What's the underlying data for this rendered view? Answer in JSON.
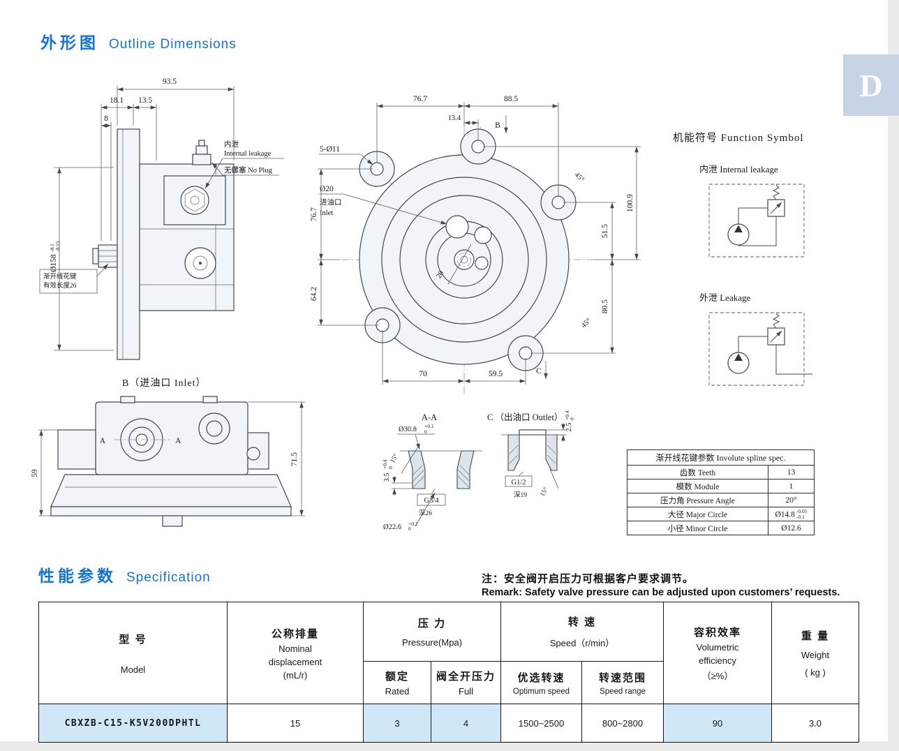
{
  "page": {
    "tab_letter": "D"
  },
  "outline_section": {
    "title_cn": "外形图",
    "title_en": "Outline Dimensions"
  },
  "side_view": {
    "dim_overall": "93.5",
    "dim_shaft": "18.1",
    "dim_step": "13.5",
    "dim_small": "8",
    "flange_dia": "Ø158",
    "flange_tol_up": "-0.1",
    "flange_tol_dn": "-0.15",
    "internal_leakage_cn": "内泄",
    "internal_leakage_en": "Internal leakage",
    "no_plug": "无螺塞 No Plug",
    "spline_note_1": "渐开线花键",
    "spline_note_2": "有效长度26"
  },
  "front_view": {
    "dim_top_left": "76.7",
    "dim_top_right": "88.5",
    "dim_offset": "13.4",
    "view_b": "B",
    "holes": "5-Ø11",
    "inlet_dia": "Ø20",
    "inlet_cn": "进油口",
    "inlet_en": "Inlet",
    "dim_left_up": "76.7",
    "dim_left_dn": "64.2",
    "dim_right_outer": "100.9",
    "dim_right_up": "51.5",
    "dim_right_dn": "80.5",
    "angle_tr": "45°",
    "angle_br": "45°",
    "dim_port": "20",
    "dim_bottom_left": "70",
    "dim_bottom_right": "59.5",
    "view_c": "C"
  },
  "b_view": {
    "caption": "B（进油口 Inlet）",
    "dim_height": "59",
    "dim_width": "71.5",
    "sec_a1": "A",
    "sec_a2": "A"
  },
  "section_aa": {
    "title": "A-A",
    "dia_top": "Ø30.8",
    "dia_top_tol_up": "+0.1",
    "dia_top_tol_dn": "0",
    "angle": "15°",
    "depth_land": "3.5",
    "land_tol_up": "+0.4",
    "land_tol_dn": "0",
    "thread": "G3/4",
    "thread_depth": "深26",
    "dia_bottom": "Ø22.6",
    "dia_bottom_tol_up": "+0.1",
    "dia_bottom_tol_dn": "0"
  },
  "section_c": {
    "title": "C （出油口 Outlet）",
    "land": "2.5",
    "land_tol_up": "+0.4",
    "land_tol_dn": "0",
    "thread": "G1/2",
    "thread_depth": "深19",
    "angle": "15°"
  },
  "function_symbol": {
    "title": "机能符号 Function Symbol",
    "internal_label": "内泄 Internal leakage",
    "external_label": "外泄 Leakage"
  },
  "spline_table": {
    "title": "渐开线花键参数 Involute spline spec.",
    "rows": [
      {
        "label": "齿数 Teeth",
        "value": "13"
      },
      {
        "label": "模数 Module",
        "value": "1"
      },
      {
        "label": "压力角 Pressure Angle",
        "value": "20°"
      },
      {
        "label": "大径 Major Circle",
        "value": "Ø14.8",
        "tol_up": "-0.05",
        "tol_dn": "-0.1"
      },
      {
        "label": "小径 Minor Circle",
        "value": "Ø12.6"
      }
    ]
  },
  "spec_section": {
    "title_cn": "性能参数",
    "title_en": "Specification",
    "remark_cn": "注：安全阀开启压力可根据客户要求调节。",
    "remark_en": "Remark: Safety valve pressure can be adjusted upon customers’ requests."
  },
  "spec_table": {
    "model_cn": "型  号",
    "model_en": "Model",
    "disp_cn": "公称排量",
    "disp_en1": "Nominal",
    "disp_en2": "displacement",
    "disp_unit": "(mL/r)",
    "pressure_cn": "压  力",
    "pressure_en": "Pressure(Mpa)",
    "rated_cn": "额定",
    "rated_en": "Rated",
    "full_cn": "阀全开压力",
    "full_en": "Full",
    "speed_cn": "转  速",
    "speed_en": "Speed（r/min）",
    "opt_cn": "优选转速",
    "opt_en": "Optimum speed",
    "range_cn": "转速范围",
    "range_en": "Speed range",
    "vol_cn": "容积效率",
    "vol_en1": "Volumetric",
    "vol_en2": "efficiency",
    "vol_unit": "（≥%）",
    "weight_cn": "重  量",
    "weight_en": "Weight",
    "weight_unit": "( kg )",
    "row": {
      "model": "CBXZB-C15-K5V200DPHTL",
      "displacement": "15",
      "rated": "3",
      "full": "4",
      "optimum": "1500~2500",
      "range": "800~2800",
      "volumetric": "90",
      "weight": "3.0"
    }
  }
}
